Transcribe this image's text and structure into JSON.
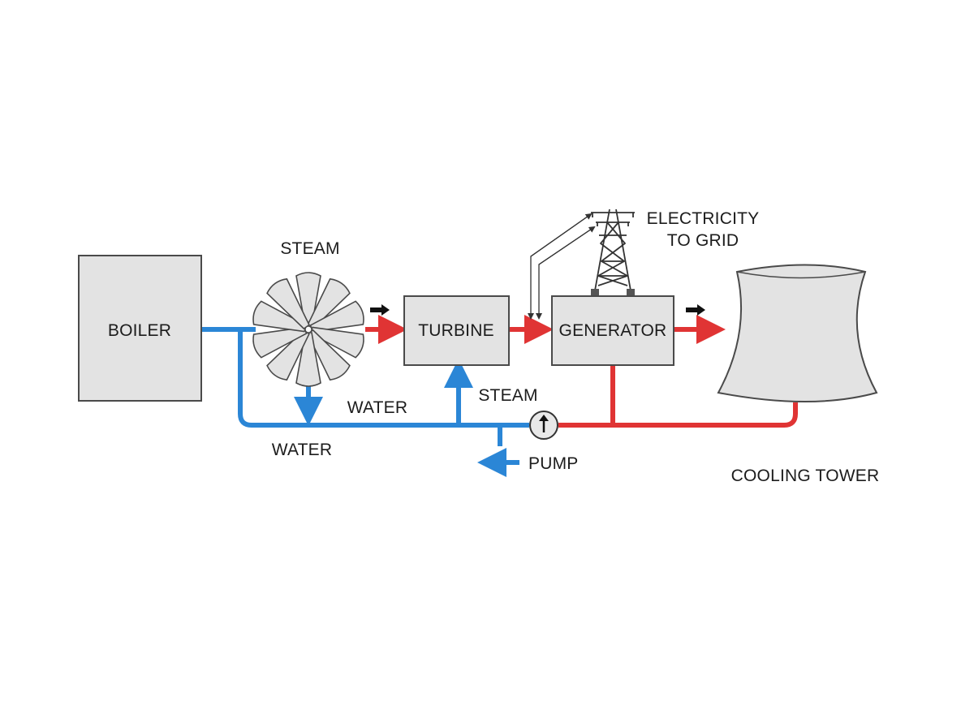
{
  "labels": {
    "boiler": "BOILER",
    "steam_top": "STEAM",
    "turbine": "TURBINE",
    "generator": "GENERATOR",
    "electricity_line1": "ELECTRICITY",
    "electricity_line2": "TO GRID",
    "water_upper": "WATER",
    "water_lower": "WATER",
    "steam_lower": "STEAM",
    "pump": "PUMP",
    "cooling_tower": "COOLING TOWER"
  },
  "colors": {
    "water_pipe": "#2b86d6",
    "steam_pipe": "#e03434",
    "component_fill": "#e3e3e3",
    "outline": "#4a4a4a",
    "text": "#1c1c1c"
  },
  "icons": {
    "fan": "fan-icon",
    "tower": "transmission-tower-icon",
    "pump": "pump-icon",
    "flow_arrow": "arrow-right-icon"
  }
}
